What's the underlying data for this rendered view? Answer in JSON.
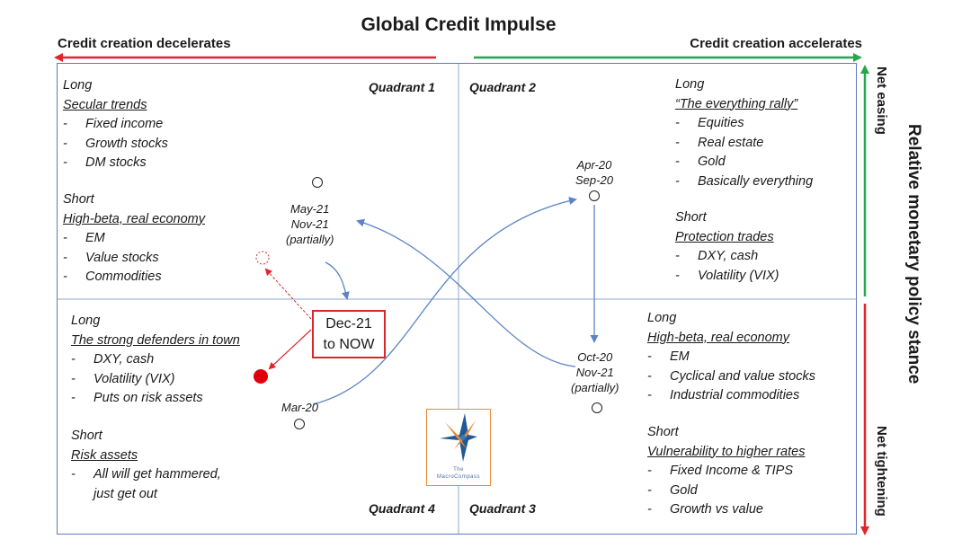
{
  "title": "Global Credit Impulse",
  "axis": {
    "left_label": "Credit creation decelerates",
    "right_label": "Credit creation accelerates",
    "top_right_label": "Net easing",
    "bottom_right_label": "Net tightening",
    "side_label": "Relative monetary policy stance"
  },
  "quadrants": {
    "q1": {
      "label": "Quadrant 1",
      "long_title": "Long",
      "long_heading": "Secular trends",
      "long_items": [
        "Fixed income",
        "Growth stocks",
        "DM stocks"
      ],
      "short_title": "Short",
      "short_heading": "High-beta, real economy",
      "short_items": [
        "EM",
        "Value stocks",
        "Commodities"
      ]
    },
    "q2": {
      "label": "Quadrant 2",
      "long_title": "Long",
      "long_heading": "“The everything rally”",
      "long_items": [
        "Equities",
        "Real estate",
        "Gold",
        "Basically everything"
      ],
      "short_title": "Short",
      "short_heading": "Protection trades",
      "short_items": [
        "DXY, cash",
        "Volatility (VIX)"
      ]
    },
    "q3": {
      "label": "Quadrant 3",
      "long_title": "Long",
      "long_heading": "High-beta, real economy",
      "long_items": [
        "EM",
        "Cyclical and value stocks",
        "Industrial commodities"
      ],
      "short_title": "Short",
      "short_heading": "Vulnerability to higher rates",
      "short_items": [
        "Fixed Income & TIPS",
        "Gold",
        "Growth vs value"
      ]
    },
    "q4": {
      "label": "Quadrant 4",
      "long_title": "Long",
      "long_heading": "The strong defenders in town",
      "long_items": [
        "DXY, cash",
        "Volatility (VIX)",
        "Puts on risk assets"
      ],
      "short_title": "Short",
      "short_heading": "Risk assets",
      "short_items": [
        "All will get hammered,",
        "just get out"
      ]
    }
  },
  "points": {
    "may21": [
      "May-21",
      "Nov-21",
      "(partially)"
    ],
    "apr20": [
      "Apr-20",
      "Sep-20"
    ],
    "oct20": [
      "Oct-20",
      "Nov-21",
      "(partially)"
    ],
    "mar20": [
      "Mar-20"
    ]
  },
  "now_box": [
    "Dec-21",
    "to NOW"
  ],
  "logo": {
    "line1": "The",
    "line2": "MacroCompass"
  },
  "colors": {
    "red": "#e0262b",
    "green": "#26a84a",
    "blue": "#5b84c4"
  }
}
